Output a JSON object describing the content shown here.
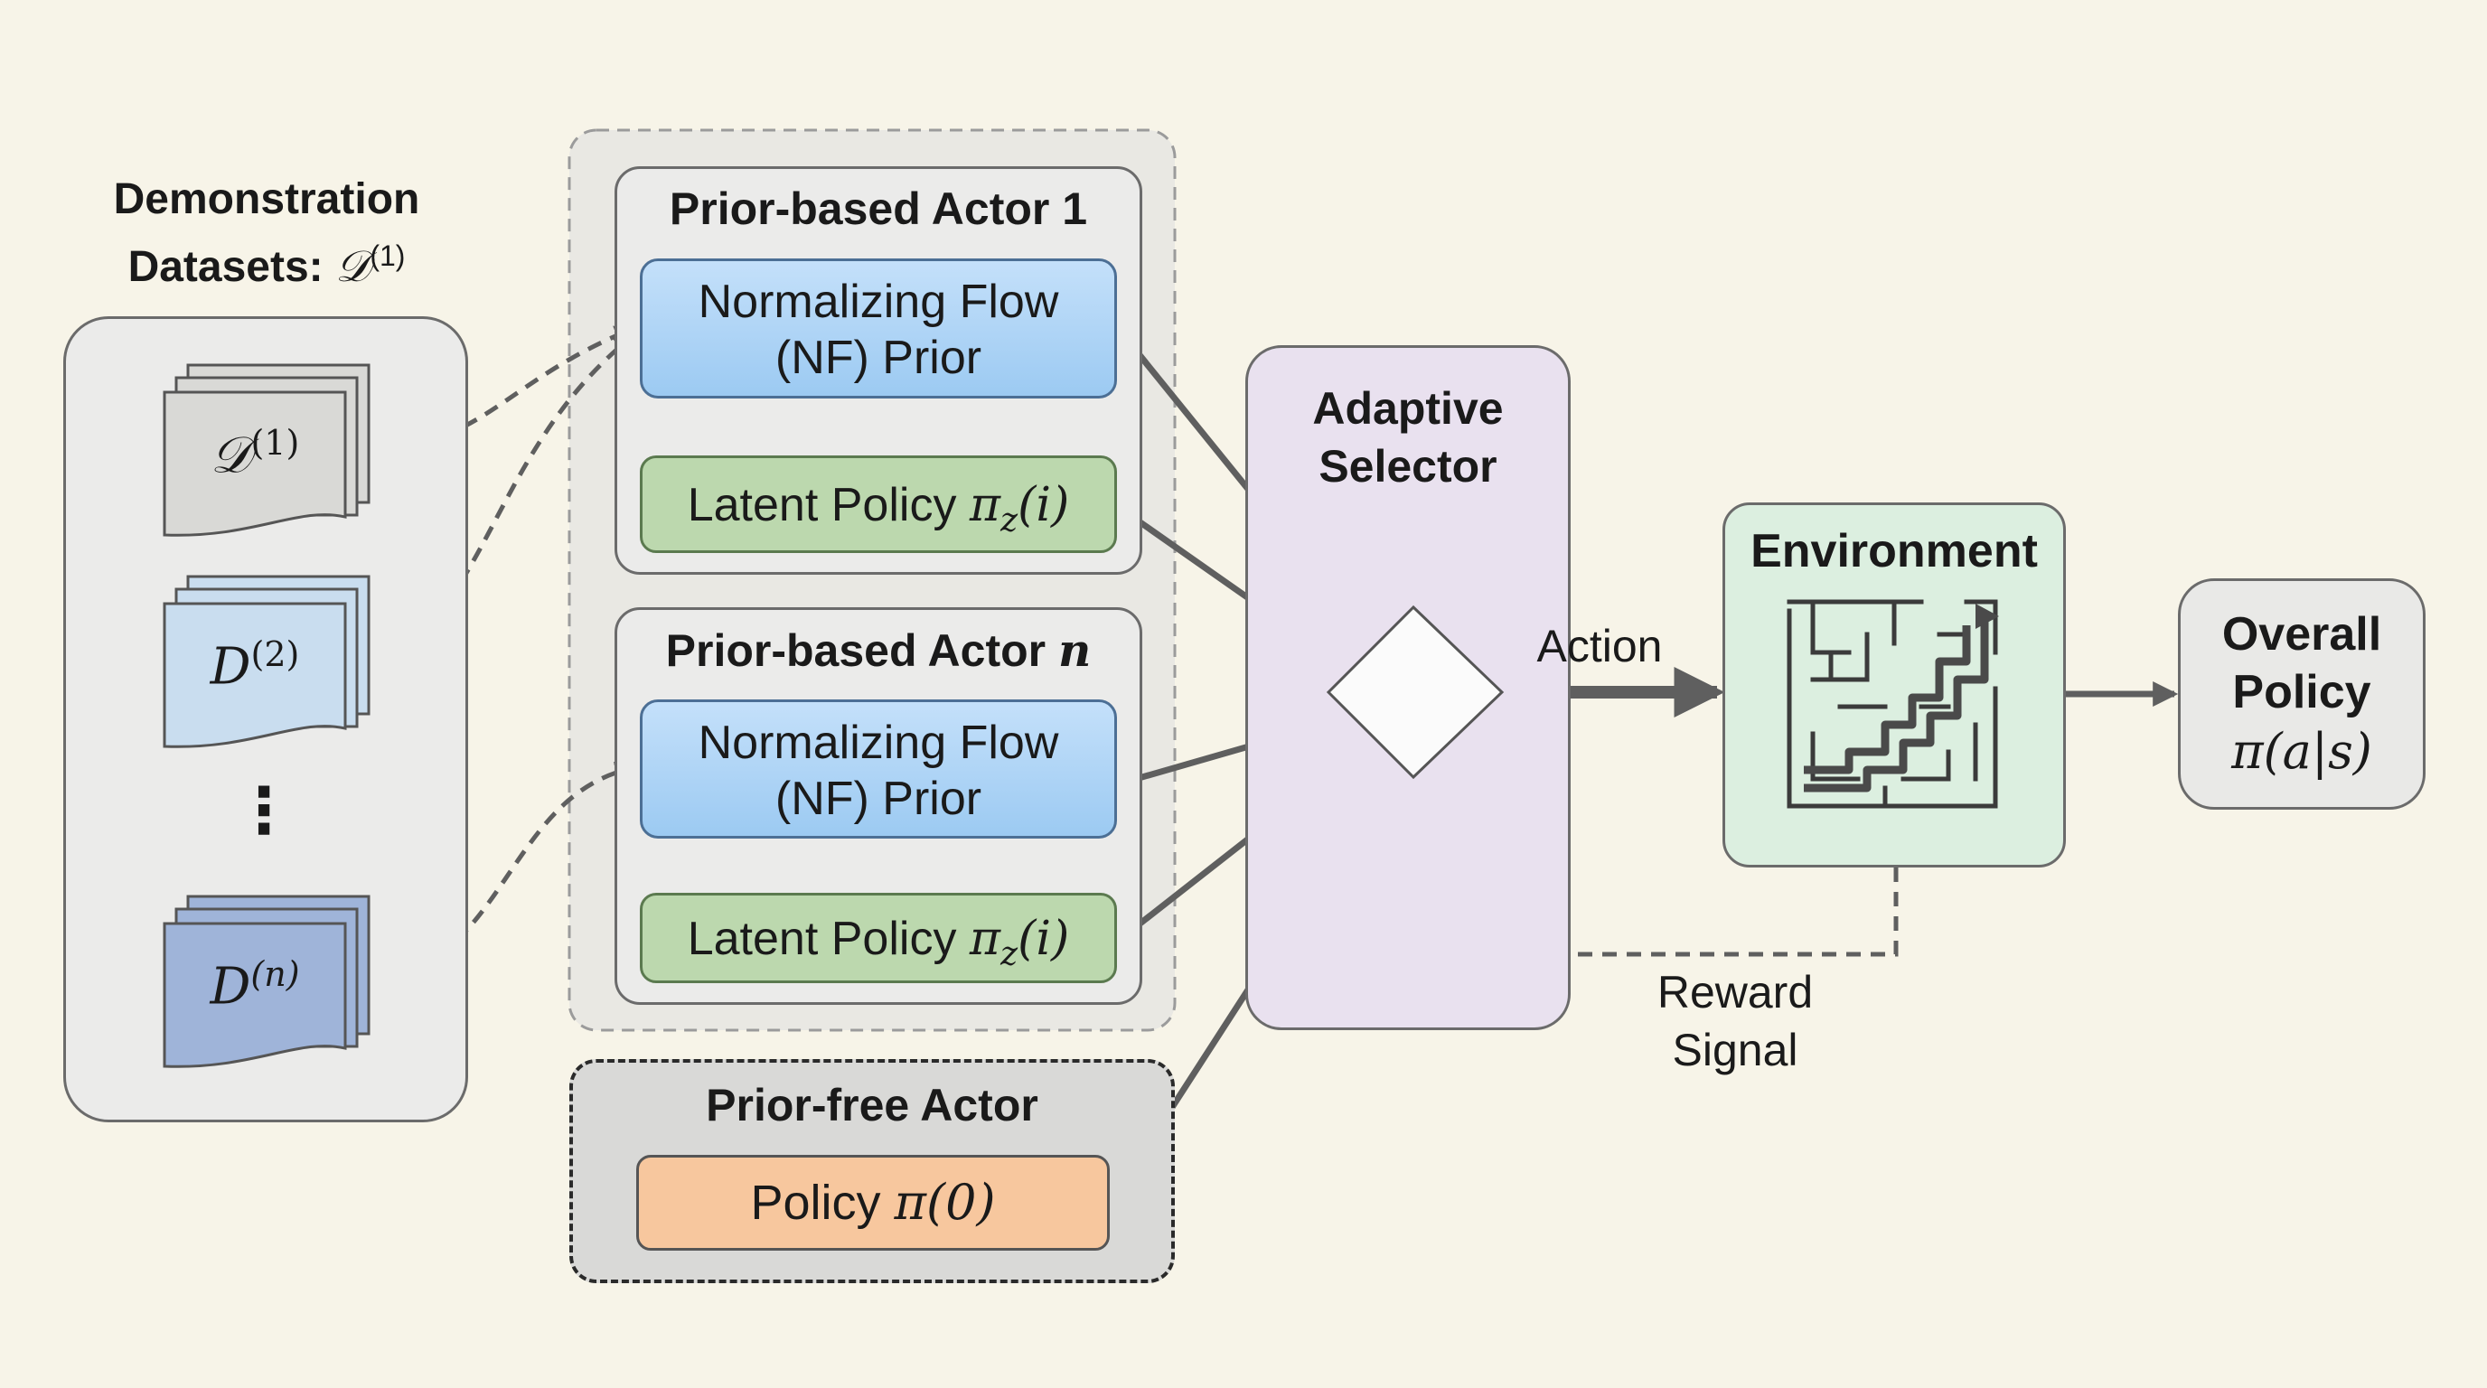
{
  "datasets": {
    "heading_line1": "Demonstration",
    "heading_line2_text": "Datasets: ",
    "heading_line2_math": "𝒟",
    "heading_line2_sup": "(1)",
    "items": [
      {
        "symbol": "𝒟",
        "sup": "(1)",
        "color": "#d9d9d6"
      },
      {
        "symbol": "D",
        "sup": "(2)",
        "color": "#c9ddef"
      },
      {
        "symbol": "D",
        "sup": "(n)",
        "color": "#9fb4d9"
      }
    ],
    "ellipsis": "⋮"
  },
  "actor_1": {
    "title": "Prior-based Actor 1",
    "nf_line1": "Normalizing Flow",
    "nf_line2": "(NF) Prior",
    "latent_label": "Latent Policy ",
    "latent_math": "π",
    "latent_sub": "z",
    "latent_arg": "(i)"
  },
  "actor_n": {
    "title_text": "Prior-based Actor ",
    "title_math": "n",
    "nf_line1": "Normalizing Flow",
    "nf_line2": "(NF) Prior",
    "latent_label": "Latent Policy ",
    "latent_math": "π",
    "latent_sub": "z",
    "latent_arg": "(i)"
  },
  "prior_free": {
    "title": "Prior-free Actor",
    "policy_label": "Policy ",
    "policy_math": "π(0)"
  },
  "selector": {
    "line1": "Adaptive",
    "line2": "Selector"
  },
  "action_label": "Action",
  "environment": {
    "title": "Environment"
  },
  "reward": {
    "line1": "Reward",
    "line2": "Signal"
  },
  "overall": {
    "line1": "Overall",
    "line2": "Policy",
    "math": "π(a|s)"
  },
  "colors": {
    "nf_blue": "#aed3f5",
    "latent_green": "#bcd8ae",
    "policy_orange": "#f7c79e",
    "selector_purple": "#e9e1ef",
    "env_green": "#dcefe0",
    "arrow_gray": "#5f5f5f"
  }
}
